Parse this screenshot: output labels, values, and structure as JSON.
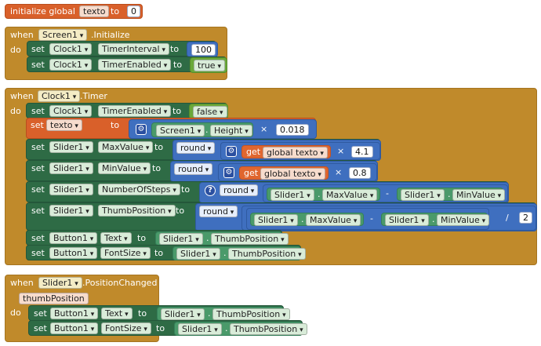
{
  "global_init": {
    "label": "initialize global",
    "name": "texto",
    "to": "to",
    "value": "0"
  },
  "screen_init": {
    "when": "when",
    "component": "Screen1",
    "event": ".Initialize",
    "do": "do",
    "rows": [
      {
        "set": "set",
        "comp": "Clock1",
        "prop": "TimerInterval",
        "to": "to",
        "value": "100"
      },
      {
        "set": "set",
        "comp": "Clock1",
        "prop": "TimerEnabled",
        "to": "to",
        "value": "true"
      }
    ]
  },
  "clock_timer": {
    "when": "when",
    "component": "Clock1",
    "event": ".Timer",
    "do": "do",
    "row1": {
      "set": "set",
      "comp": "Clock1",
      "prop": "TimerEnabled",
      "to": "to",
      "value": "false"
    },
    "row2": {
      "set": "set global",
      "var": "texto",
      "to": "to",
      "comp": "Screen1",
      "prop": "Height",
      "op": "×",
      "value": "0.018"
    },
    "row3": {
      "set": "set",
      "comp": "Slider1",
      "prop": "MaxValue",
      "to": "to",
      "round": "round",
      "get": "get",
      "var": "global texto",
      "op": "×",
      "value": "4.1"
    },
    "row4": {
      "set": "set",
      "comp": "Slider1",
      "prop": "MinValue",
      "to": "to",
      "round": "round",
      "get": "get",
      "var": "global texto",
      "op": "×",
      "value": "0.8"
    },
    "row5": {
      "set": "set",
      "comp": "Slider1",
      "prop": "NumberOfSteps",
      "to": "to",
      "round": "round",
      "a_comp": "Slider1",
      "a_prop": "MaxValue",
      "op": "-",
      "b_comp": "Slider1",
      "b_prop": "MinValue"
    },
    "row6": {
      "set": "set",
      "comp": "Slider1",
      "prop": "ThumbPosition",
      "to": "to",
      "round": "round",
      "a_comp": "Slider1",
      "a_prop": "MaxValue",
      "op": "-",
      "b_comp": "Slider1",
      "b_prop": "MinValue",
      "div": "/",
      "value": "2"
    },
    "row7": {
      "set": "set",
      "comp": "Button1",
      "prop": "Text",
      "to": "to",
      "v_comp": "Slider1",
      "v_prop": "ThumbPosition"
    },
    "row8": {
      "set": "set",
      "comp": "Button1",
      "prop": "FontSize",
      "to": "to",
      "v_comp": "Slider1",
      "v_prop": "ThumbPosition"
    }
  },
  "slider_changed": {
    "when": "when",
    "component": "Slider1",
    "event": ".PositionChanged",
    "param": "thumbPosition",
    "do": "do",
    "row1": {
      "set": "set",
      "comp": "Button1",
      "prop": "Text",
      "to": "to",
      "v_comp": "Slider1",
      "v_prop": "ThumbPosition"
    },
    "row2": {
      "set": "set",
      "comp": "Button1",
      "prop": "FontSize",
      "to": "to",
      "v_comp": "Slider1",
      "v_prop": "ThumbPosition"
    }
  },
  "colors": {
    "event": "#c08a2b",
    "set": "#2e6b45",
    "variable": "#d9602a",
    "math": "#3f6fbf",
    "logic": "#6aa83a"
  }
}
